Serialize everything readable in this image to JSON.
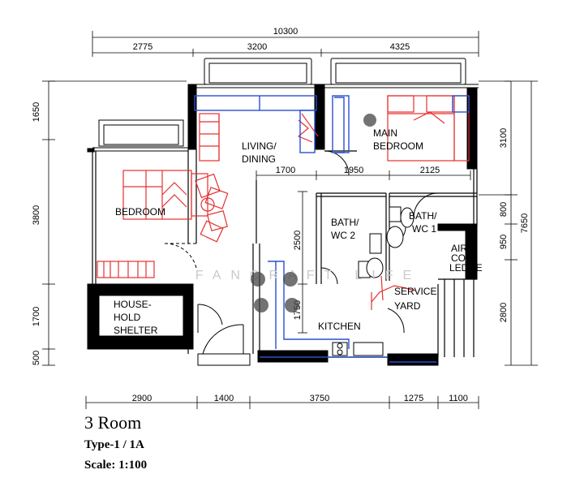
{
  "plan": {
    "title": "3 Room",
    "type": "Type-1 / 1A",
    "scale": "Scale: 1:100",
    "watermark": "FANCRAFT LIFE",
    "colors": {
      "wall": "#000000",
      "red": "#e53030",
      "blue": "#2a4fd0"
    }
  },
  "dims": {
    "top_total": "10300",
    "top_1": "2775",
    "top_2": "3200",
    "top_3": "4325",
    "left_1": "1650",
    "left_2": "3800",
    "left_3": "1700",
    "left_4": "500",
    "right_1": "3100",
    "right_2": "800",
    "right_3": "950",
    "right_4": "2800",
    "right_total": "7650",
    "bottom_1": "2900",
    "bottom_2": "1400",
    "bottom_3": "3750",
    "bottom_4": "1275",
    "bottom_5": "1100",
    "inner_1": "1700",
    "inner_2": "1950",
    "inner_3": "2125",
    "inner_v1": "2500",
    "inner_v2": "1750"
  },
  "rooms": {
    "living_1": "LIVING/",
    "living_2": "DINING",
    "main_1": "MAIN",
    "main_2": "BEDROOM",
    "bedroom": "BEDROOM",
    "bath2_1": "BATH/",
    "bath2_2": "WC  2",
    "bath1_1": "BATH/",
    "bath1_2": "WC  1",
    "aircon_1": "AIR-",
    "aircon_2": "CON",
    "aircon_3": "LEDGE",
    "service_1": "SERVICE",
    "service_2": "YARD",
    "kitchen": "KITCHEN",
    "shelter_1": "HOUSE-",
    "shelter_2": "HOLD",
    "shelter_3": "SHELTER"
  }
}
